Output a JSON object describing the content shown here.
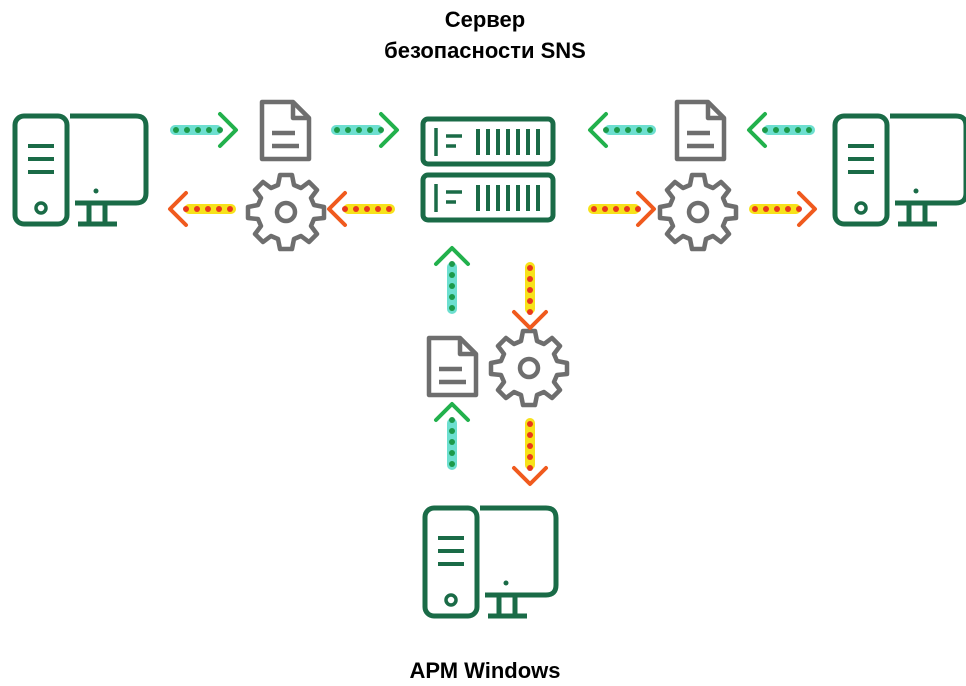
{
  "server": {
    "title_line1": "Сервер",
    "title_line2": "безопасности SNS"
  },
  "workstation": {
    "title": "АРМ Windows"
  },
  "colors": {
    "device_green": "#1a6b47",
    "icon_gray": "#6e6e6e",
    "upload_arrow": "#22b14c",
    "upload_fill": "#6ddfd0",
    "upload_dots": "#1c9a4a",
    "download_arrow": "#f05a1e",
    "download_fill": "#f7e21a",
    "download_dots": "#e8391c"
  },
  "icons": [
    "computer-icon",
    "server-icon",
    "document-icon",
    "gear-icon",
    "upload-arrow",
    "download-arrow"
  ]
}
